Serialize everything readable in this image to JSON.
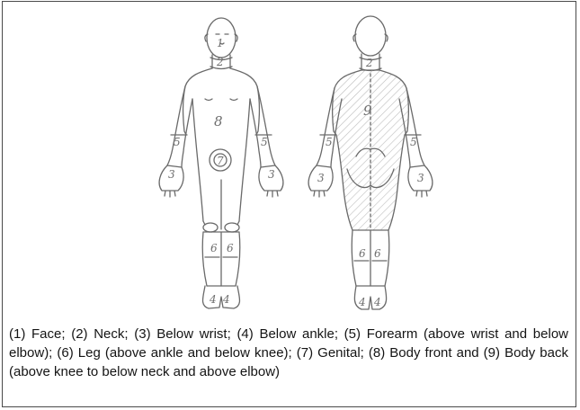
{
  "figure": {
    "front_labels": {
      "face": "1",
      "neck": "2",
      "wrist_left": "3",
      "wrist_right": "3",
      "ankle_left": "4",
      "ankle_right": "4",
      "forearm_left": "5",
      "forearm_right": "5",
      "leg_left": "6",
      "leg_right": "6",
      "genital": "7",
      "body": "8"
    },
    "back_labels": {
      "neck": "2",
      "wrist_left": "3",
      "wrist_right": "3",
      "ankle_left": "4",
      "ankle_right": "4",
      "forearm_left": "5",
      "forearm_right": "5",
      "leg_left": "6",
      "leg_right": "6",
      "body": "9"
    }
  },
  "caption": {
    "text": "(1) Face; (2) Neck; (3) Below wrist; (4) Below ankle; (5) Forearm (above wrist and below elbow); (6) Leg (above ankle and below knee); (7) Genital; (8) Body front and (9) Body back (above knee to below neck and above elbow)"
  }
}
